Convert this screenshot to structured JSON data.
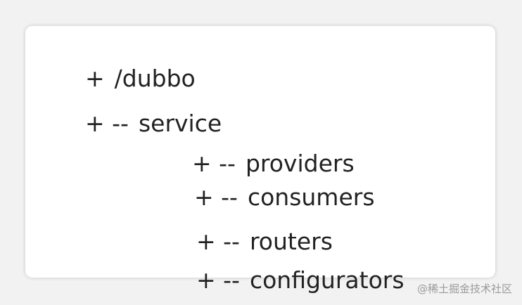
{
  "tree": {
    "nodes": [
      {
        "prefix": "+",
        "label": "/dubbo"
      },
      {
        "prefix": "+ --",
        "label": "service"
      },
      {
        "prefix": "+ --",
        "label": "providers"
      },
      {
        "prefix": "+ --",
        "label": "consumers"
      },
      {
        "prefix": "+ --",
        "label": "routers"
      },
      {
        "prefix": "+ --",
        "label": "configurators"
      }
    ]
  },
  "watermark": "@稀土掘金技术社区"
}
